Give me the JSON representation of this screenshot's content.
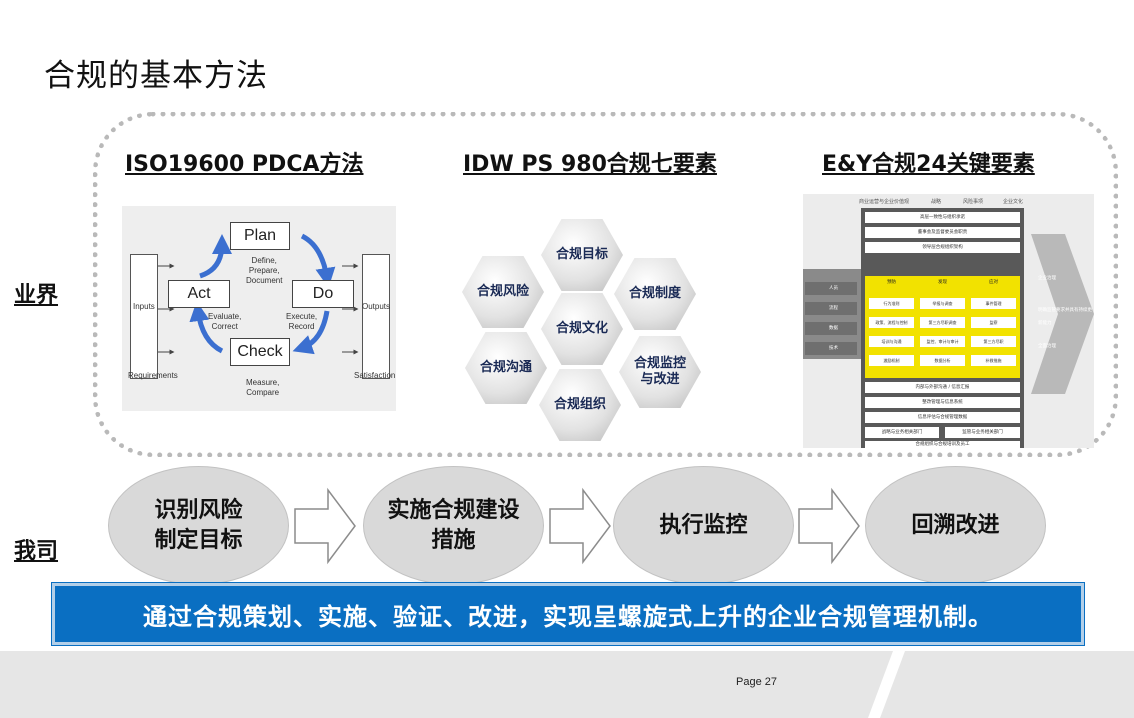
{
  "title": "合规的基本方法",
  "side_labels": {
    "industry": "业界",
    "our_company": "我司"
  },
  "methods": [
    {
      "title": "ISO19600  PDCA方法",
      "pdca": {
        "boxes": {
          "plan": "Plan",
          "do": "Do",
          "check": "Check",
          "act": "Act"
        },
        "plan_desc": [
          "Define,",
          "Prepare,",
          "Document"
        ],
        "do_desc": [
          "Execute,",
          "Record"
        ],
        "check_desc": [
          "Measure,",
          "Compare"
        ],
        "act_desc": [
          "Evaluate,",
          "Correct"
        ],
        "inputs": "Inputs",
        "outputs": "Outputs",
        "requirements": "Requirements",
        "satisfaction": "Satisfaction"
      }
    },
    {
      "title": "IDW PS 980合规七要素",
      "elements": {
        "goal": "合规目标",
        "risk": "合规风险",
        "system": "合规制度",
        "culture": "合规文化",
        "communication": "合规沟通",
        "monitoring": [
          "合规监控",
          "与改进"
        ],
        "organization": "合规组织"
      }
    },
    {
      "title": "E&Y合规24关键要素",
      "figure": {
        "top_labels": [
          "商业运营与企业价值观",
          "战略",
          "风险事项",
          "企业文化"
        ],
        "bars_top": [
          "高层一致性与组织承诺",
          "董事会及监督委员会职责",
          "领导层合规组织架构"
        ],
        "column_headers": [
          "预防",
          "发现",
          "应对"
        ],
        "cells": [
          [
            "行为准则",
            "举报与调查",
            "事件管理"
          ],
          [
            "政策、流程与控制",
            "第三方尽职调查",
            "监察"
          ],
          [
            "培训与沟通",
            "监控、审计与审计",
            "第三方尽职"
          ],
          [
            "激励机制",
            "数据分析",
            "补救措施"
          ]
        ],
        "bars_bottom": [
          "内部与外部沟通 / 信息汇报",
          "整改管理与信息系统",
          "信息评估与合规管理数据"
        ],
        "bottom_pair": [
          "战略与业务相关部门",
          "监管与业务相关部门"
        ],
        "bottom_last": "合规组织与合规培训及员工",
        "left_tags": [
          "人员",
          "流程",
          "数据",
          "技术"
        ],
        "right_tags": [
          "企业治理",
          "明确监管要求并具有持续更新能力",
          "全面治理"
        ]
      }
    }
  ],
  "process_steps": [
    [
      "识别风险",
      "制定目标"
    ],
    [
      "实施合规建设",
      "措施"
    ],
    [
      "执行监控"
    ],
    [
      "回溯改进"
    ]
  ],
  "banner": "通过合规策划、实施、验证、改进，实现呈螺旋式上升的企业合规管理机制。",
  "footer": {
    "page_label": "Page  27"
  },
  "colors": {
    "banner_bg": "#0a6fc2",
    "pdca_arrow": "#3b6fd0",
    "ey_highlight": "#f2e200",
    "hex_text": "#1a2a55"
  }
}
